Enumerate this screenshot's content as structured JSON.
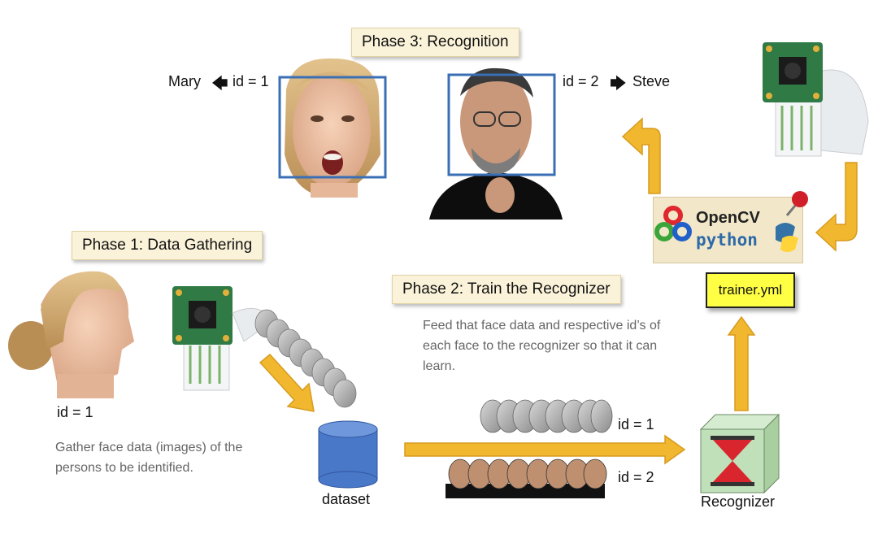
{
  "phases": {
    "recognition": "Phase 3: Recognition",
    "gathering": "Phase 1: Data Gathering",
    "training": "Phase 2: Train the Recognizer"
  },
  "recognition": {
    "mary_label": "Mary",
    "mary_id": "id = 1",
    "steve_id": "id = 2",
    "steve_label": "Steve"
  },
  "gathering": {
    "id_label": "id = 1",
    "description": "Gather face data (images) of the persons to be identified."
  },
  "training": {
    "description": "Feed that face data and respective id’s of each face to the recognizer so that it can learn.",
    "row1_id": "id = 1",
    "row2_id": "id = 2"
  },
  "dataset_label": "dataset",
  "recognizer_label": "Recognizer",
  "trainer_file": "trainer.yml",
  "opencv": {
    "brand": "OpenCV",
    "lang": "python"
  },
  "colors": {
    "arrow": "#f0b72f",
    "frame": "#3a6fb5",
    "cylinder": "#4a78c8",
    "pcb": "#2f7a45",
    "recognizer": "#bfe0b8",
    "hourglass": "#d9262e"
  }
}
